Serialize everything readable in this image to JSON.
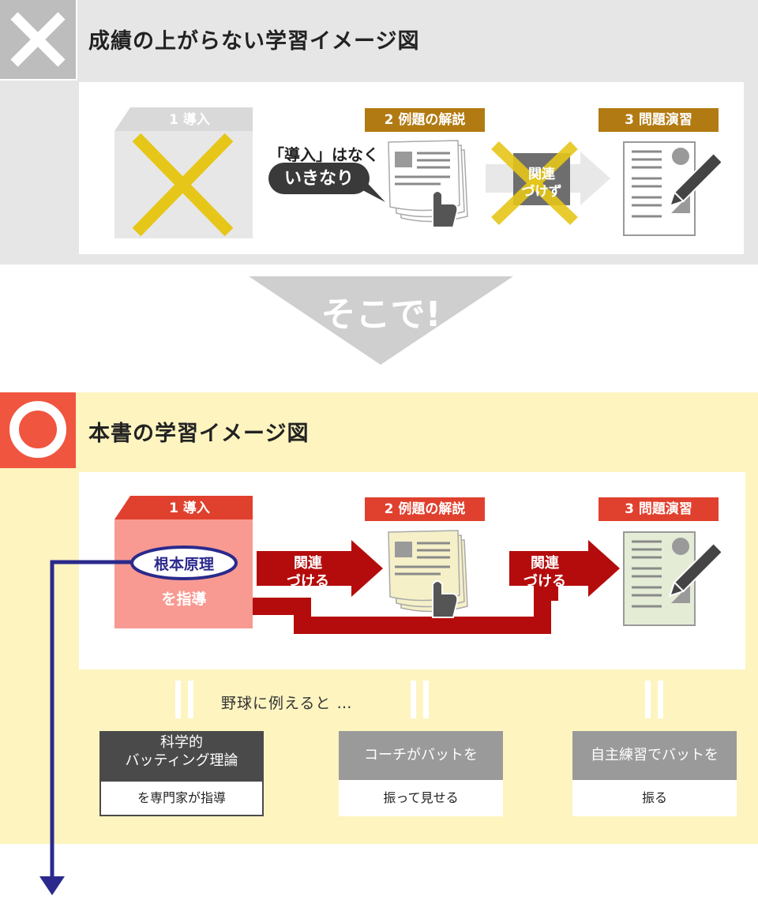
{
  "bad": {
    "title": "成績の上がらない学習イメージ図",
    "step1": "1 導入",
    "step2": "2 例題の解説",
    "step3": "3 問題演習",
    "callout_top": "「導入」はなく",
    "callout_bubble": "いきなり",
    "connector_line1": "関連",
    "connector_line2": "づけず"
  },
  "transition": "そこで!",
  "good": {
    "title": "本書の学習イメージ図",
    "step1": "1 導入",
    "step2": "2 例題の解説",
    "step3": "3 問題演習",
    "principle": "根本原理",
    "principle_sub": "を指導",
    "connector_a_line1": "関連",
    "connector_a_line2": "づける",
    "connector_b_line1": "関連",
    "connector_b_line2": "づける"
  },
  "analogy": {
    "intro": "野球に例えると …",
    "box1_head_line1": "科学的",
    "box1_head_line2": "バッティング理論",
    "box1_foot": "を専門家が指導",
    "box2_head": "コーチがバットを",
    "box2_foot": "振って見せる",
    "box3_head": "自主練習でバットを",
    "box3_foot": "振る"
  },
  "colors": {
    "gray_section": "#e6e6e6",
    "yellow_section": "#fdf4c0",
    "bad_label": "#b27a12",
    "good_label": "#e0402e",
    "connector_red": "#b40c0c",
    "navy_arrow": "#2b2a8c",
    "cross_yellow": "#e6c619"
  }
}
